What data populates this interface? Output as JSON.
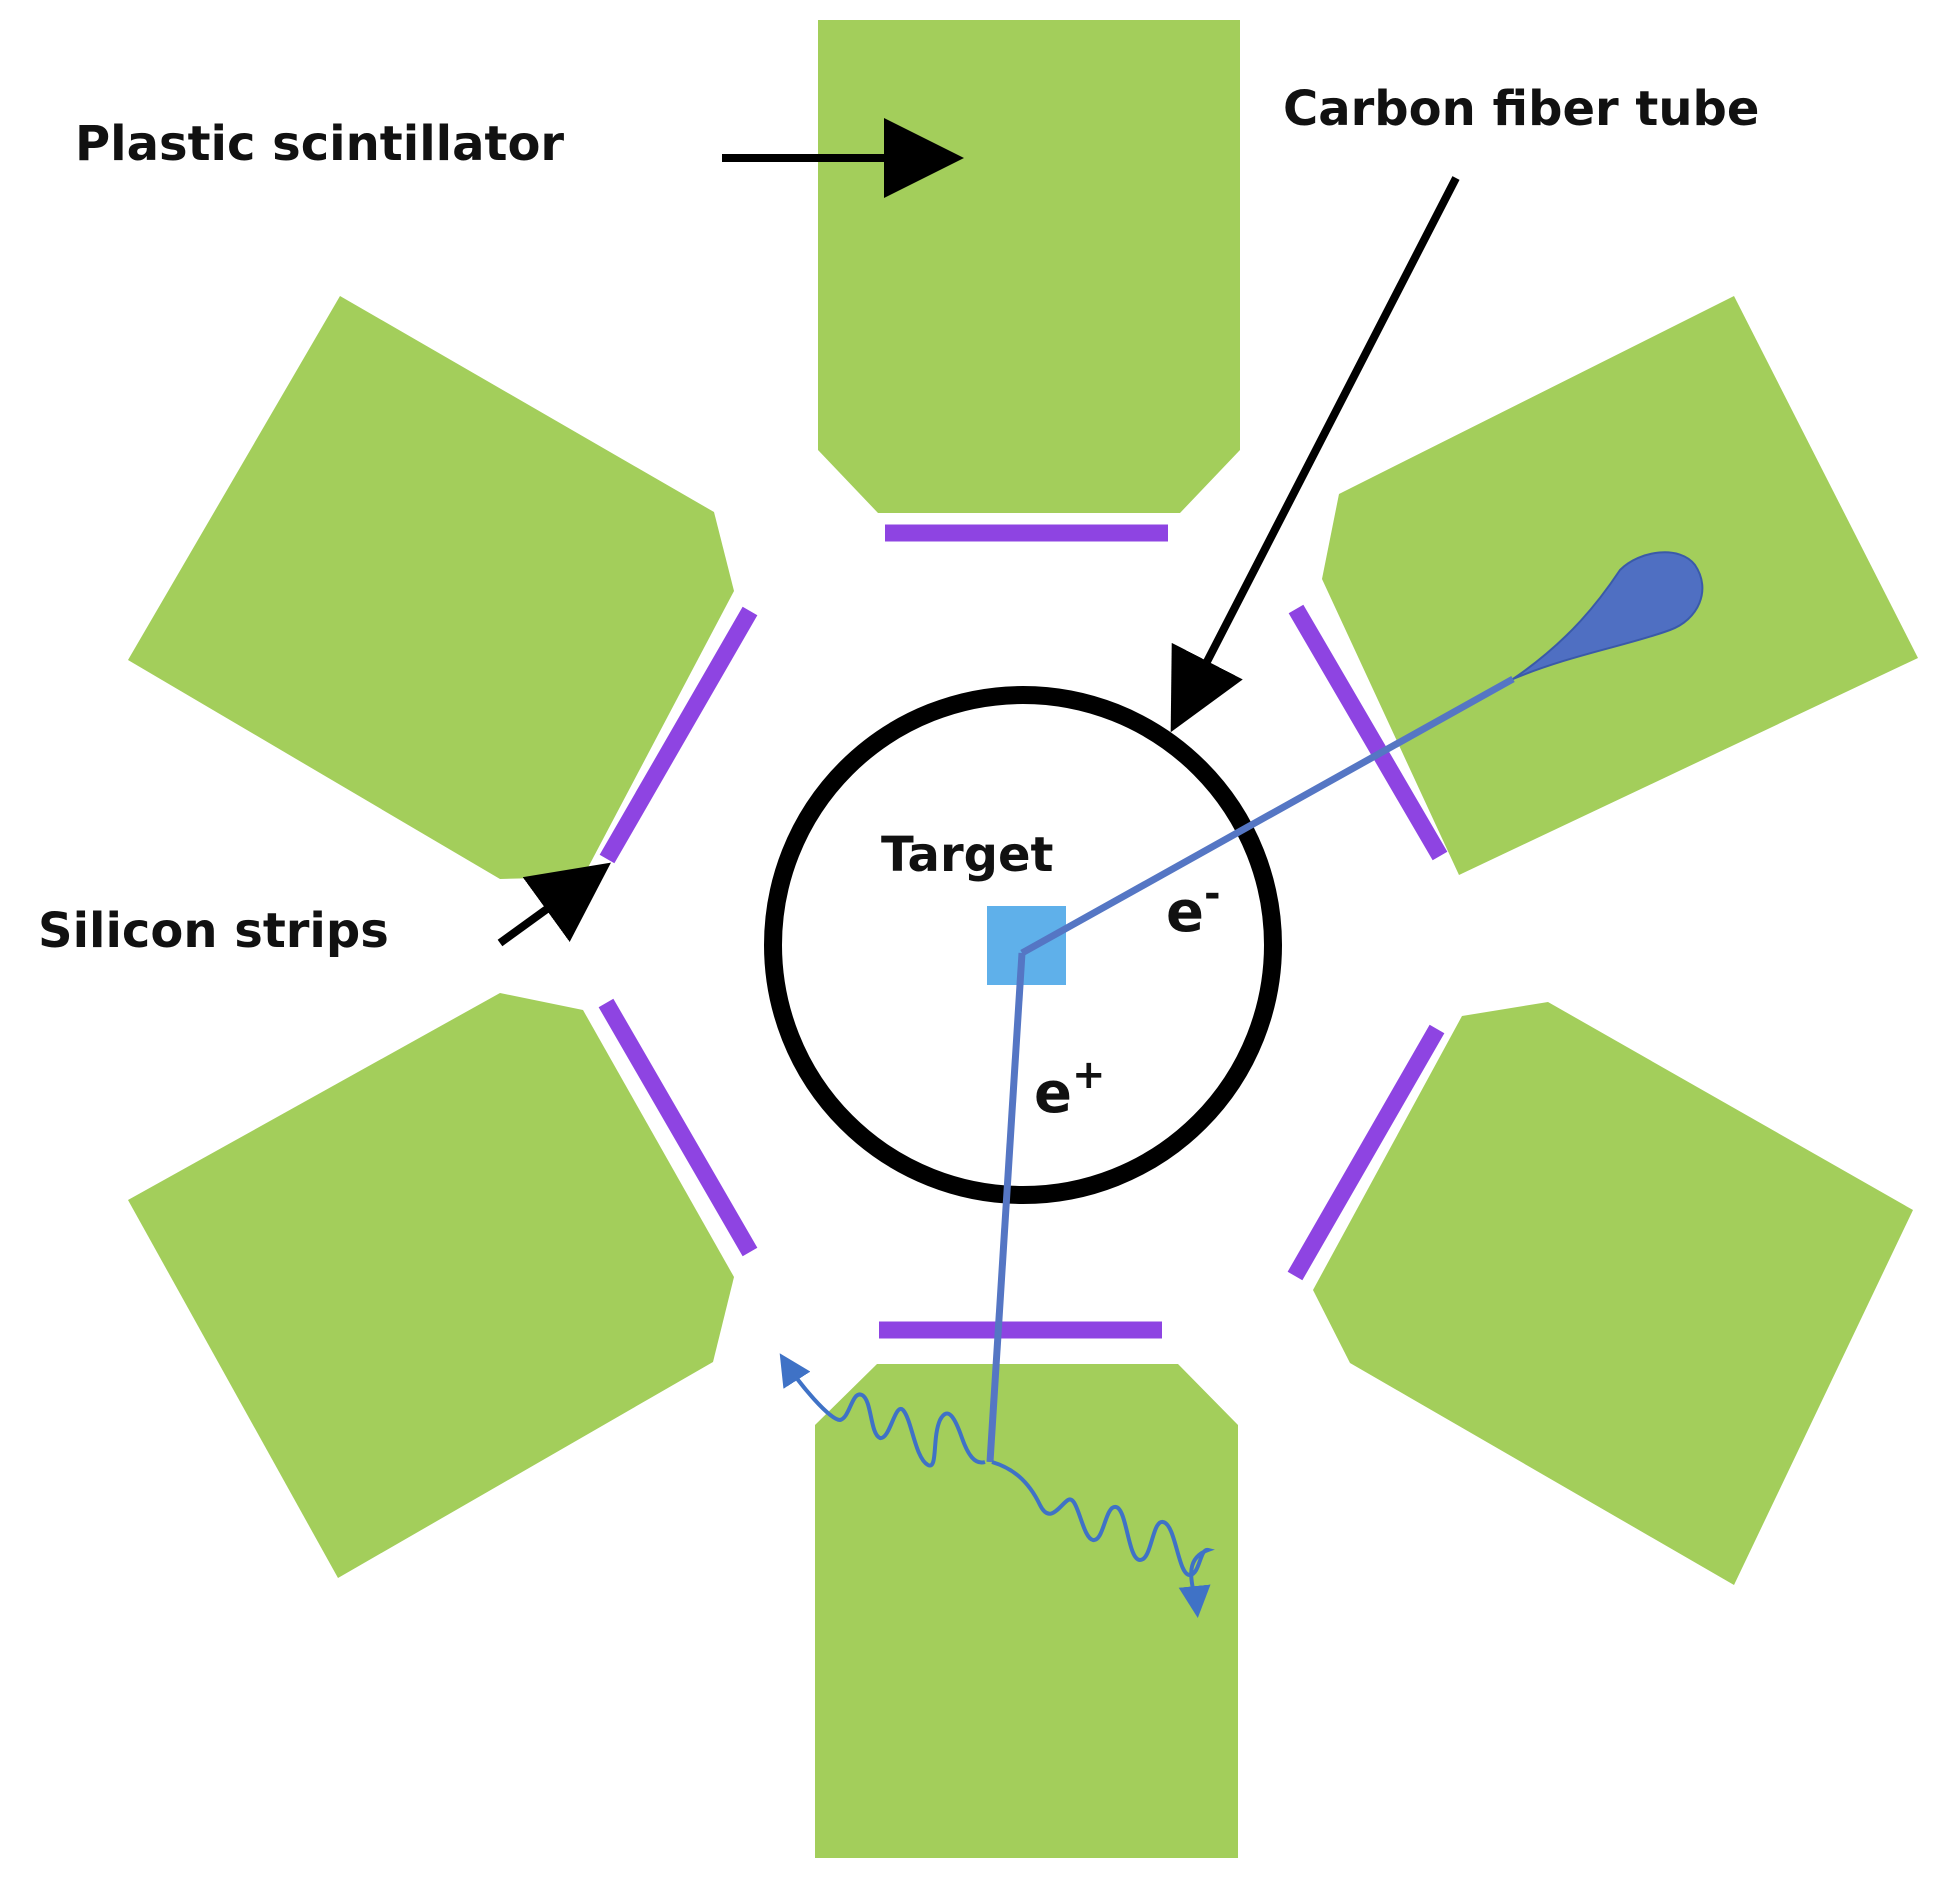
{
  "labels": {
    "plastic_scintillator": "Plastic scintillator",
    "carbon_fiber_tube": "Carbon fiber tube",
    "silicon_strips": "Silicon strips",
    "target": "Target",
    "electron_base": "e",
    "electron_sign": "-",
    "positron_base": "e",
    "positron_sign": "+"
  },
  "colors": {
    "scintillator": "#a3ce5b",
    "silicon_strip": "#8e44e2",
    "tube": "#000000",
    "target": "#5fb0ea",
    "track": "#5576c4",
    "photon": "#3f72c6",
    "shower": "#4f6fc2",
    "arrow": "#000000"
  }
}
